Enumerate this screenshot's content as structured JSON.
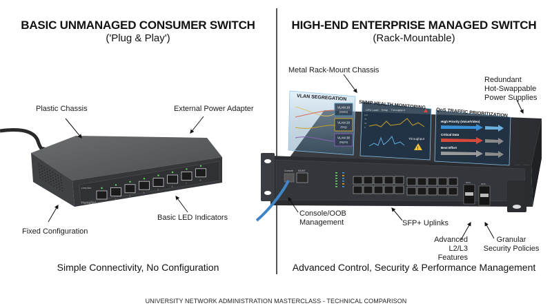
{
  "left": {
    "title": "BASIC UNMANAGED CONSUMER SWITCH",
    "subtitle": "('Plug & Play')",
    "labels": {
      "plastic_chassis": "Plastic Chassis",
      "external_power": "External Power Adapter",
      "basic_led": "Basic LED Indicators",
      "fixed_config": "Fixed Configuration"
    },
    "device": {
      "brand": "HomeNet",
      "link_label": "Link/Act",
      "port_numbers": [
        "1",
        "2",
        "3",
        "4",
        "5",
        "6",
        "7",
        "8"
      ]
    },
    "tagline": "Simple Connectivity, No Configuration"
  },
  "right": {
    "title": "HIGH-END ENTERPRISE MANAGED SWITCH",
    "subtitle": "(Rack-Mountable)",
    "labels": {
      "metal_chassis": "Metal Rack-Mount Chassis",
      "redundant_psu_1": "Redundant",
      "redundant_psu_2": "Hot-Swappable",
      "redundant_psu_3": "Power Supplies",
      "console_1": "Console/OOB",
      "console_2": "Management",
      "sfp": "SFP+ Uplinks",
      "advanced_1": "Advanced",
      "advanced_2": "L2/L3 Features",
      "granular_1": "Granular",
      "granular_2": "Security Policies"
    },
    "panels": {
      "vlan": {
        "title": "VLAN SEGREGATION",
        "vlans": [
          {
            "name": "VLAN 10",
            "dept": "(Sales)",
            "color": "#4a90b8"
          },
          {
            "name": "VLAN 20",
            "dept": "(Eng)",
            "color": "#c9a227"
          },
          {
            "name": "VLAN 30",
            "dept": "(Mgmt)",
            "color": "#8a5fb5"
          }
        ]
      },
      "snmp": {
        "title": "SNMP HEALTH MONITORING",
        "legend": [
          "CPU Load",
          "Temp",
          "Throughput"
        ],
        "ticks": [
          "100",
          "75",
          "50",
          "0"
        ],
        "alert": "Throughput"
      },
      "qos": {
        "title": "QoS TRAFFIC PRIORITIZATION",
        "rows": [
          {
            "label": "High Priority (Voice/Video)",
            "color": "#3b8fd6"
          },
          {
            "label": "Critical Data",
            "color": "#d64a3b"
          },
          {
            "label": "Best Effort",
            "color": "#9a9a9a"
          }
        ]
      }
    },
    "device": {
      "console_label": "Console",
      "mgmt_label": "MGMT",
      "sfp_label": "SFP+"
    },
    "tagline": "Advanced Control, Security & Performance Management"
  },
  "footer": "UNIVERSITY NETWORK ADMINISTRATION MASTERCLASS - TECHNICAL COMPARISON"
}
